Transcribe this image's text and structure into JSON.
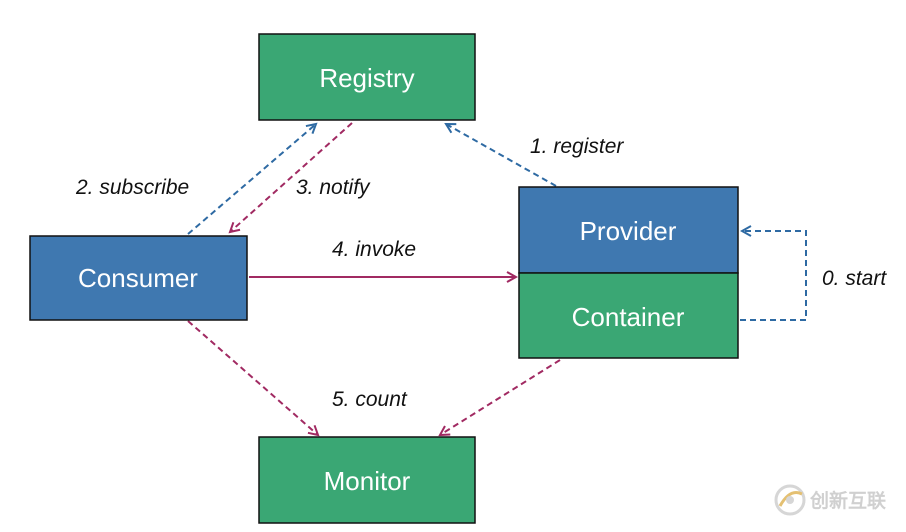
{
  "colors": {
    "green_node": "#3aa774",
    "blue_node": "#3f78b0",
    "node_border": "#111111",
    "blue_edge": "#2e6aa3",
    "purple_edge": "#a12a62",
    "watermark": "#c8c8c8"
  },
  "nodes": {
    "registry": "Registry",
    "consumer": "Consumer",
    "provider": "Provider",
    "container": "Container",
    "monitor": "Monitor"
  },
  "edges": {
    "start": "0. start",
    "register": "1. register",
    "subscribe": "2. subscribe",
    "notify": "3. notify",
    "invoke": "4. invoke",
    "count": "5. count"
  },
  "watermark": {
    "icon": "logo-swirl-icon",
    "text": "创新互联"
  }
}
